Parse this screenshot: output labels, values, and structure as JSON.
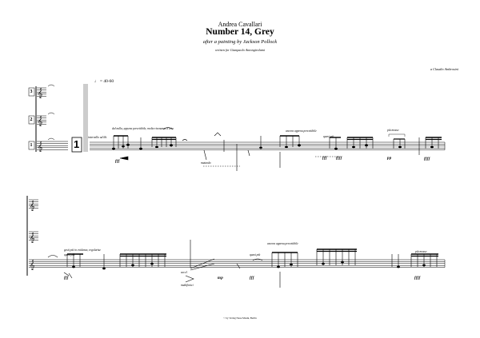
{
  "header": {
    "composer": "Andrea Cavallari",
    "title": "Number 14, Grey",
    "subtitle": "after a painting by Jackson Pollock",
    "dedication": "written for  Gianpaolo Antongirolami",
    "dedicatee": "a Claudio Ambrosini"
  },
  "score": {
    "staff_numbers": [
      "3",
      "2",
      "1"
    ],
    "rehearsal_mark": "1",
    "tempo": "♩ = 40-60",
    "system1": {
      "expr_dal_nulla": "dal nulla, appena percettibile, molta risonanza d'aria",
      "expr_ancora": "ancora appena percettibile",
      "expr_piu_mosso": "più mosso",
      "expr_quasi_piu": "quasi più",
      "expr_mutando": "mutando",
      "expr_intervallo": "intervallo ad lib.",
      "dyn_1": "fff",
      "dyn_2": "fff",
      "dyn_3": "ffff",
      "dyn_4": "pp",
      "dyn_5": "ffff"
    },
    "system2": {
      "expr_gesti": "gesti più in evidenza, regolarizz",
      "expr_quasi_piu": "quasi più",
      "expr_ancora": "ancora appena percettibile",
      "expr_quasi_piu_2": "quasi più",
      "expr_piu_mosso": "più mosso",
      "expr_accel": "accel.",
      "expr_multifonici": "multifonici",
      "dyn_1": "fff",
      "dyn_2": "mp",
      "dyn_3": "fff",
      "dyn_4": "ffff"
    }
  },
  "footer": {
    "copyright": "© by Verlag Neue Musik, Berlin"
  }
}
